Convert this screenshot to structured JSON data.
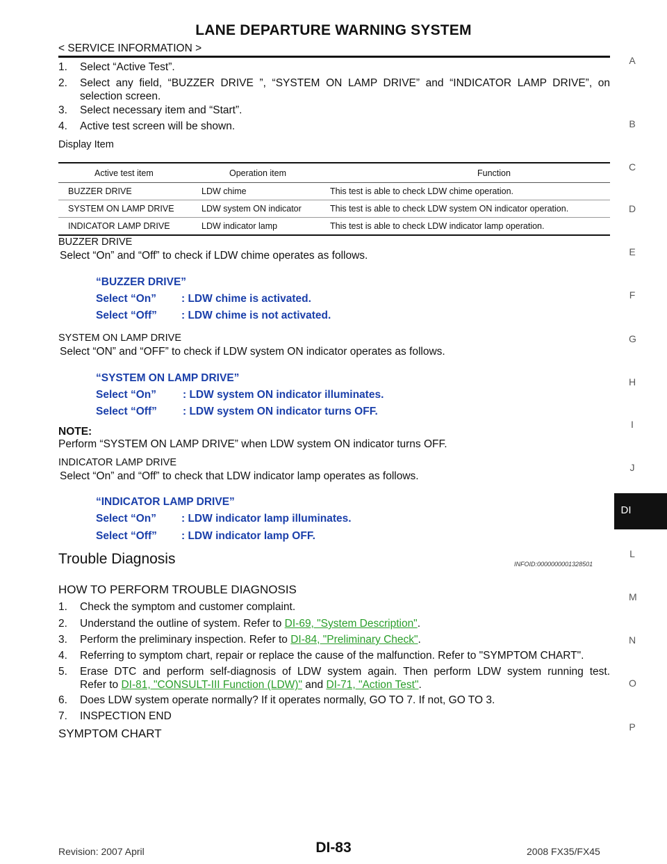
{
  "header": {
    "title": "LANE DEPARTURE WARNING SYSTEM",
    "breadcrumb": "< SERVICE INFORMATION >"
  },
  "steps_active_test": [
    {
      "num": "1.",
      "text": "Select “Active Test”."
    },
    {
      "num": "2.",
      "text_line1": "Select any field, “BUZZER DRIVE ”, “SYSTEM ON LAMP DRIVE” and “INDICATOR LAMP DRIVE”, on",
      "text_line2": "selection screen."
    },
    {
      "num": "3.",
      "text": "Select necessary item and “Start”."
    },
    {
      "num": "4.",
      "text": "Active test screen will be shown."
    }
  ],
  "display_item_label": "Display Item",
  "display_table": {
    "headers": [
      "Active test item",
      "Operation item",
      "Function"
    ],
    "rows": [
      [
        "BUZZER DRIVE",
        "LDW chime",
        "This test is able to check LDW chime operation."
      ],
      [
        "SYSTEM ON LAMP DRIVE",
        "LDW system ON indicator",
        "This test is able to check LDW system ON indicator operation."
      ],
      [
        "INDICATOR LAMP DRIVE",
        "LDW indicator lamp",
        "This test is able to check LDW indicator lamp operation."
      ]
    ]
  },
  "buzzer": {
    "heading": "BUZZER DRIVE",
    "desc": "Select “On” and “Off” to check if LDW chime operates as follows.",
    "box_title": "“BUZZER DRIVE”",
    "on_label": "Select “On”",
    "on_value": ": LDW chime is activated.",
    "off_label": "Select “Off”",
    "off_value": ": LDW chime is not activated."
  },
  "system_on": {
    "heading": "SYSTEM ON LAMP DRIVE",
    "desc": "Select “ON” and “OFF” to check if LDW system ON indicator operates as follows.",
    "box_title": "“SYSTEM ON LAMP DRIVE”",
    "on_label": "Select “On”",
    "on_value": ": LDW system ON indicator illuminates.",
    "off_label": "Select “Off”",
    "off_value": ": LDW system ON indicator turns OFF.",
    "note_label": "NOTE:",
    "note_text": "Perform “SYSTEM ON LAMP DRIVE” when LDW system ON indicator turns OFF."
  },
  "indicator": {
    "heading": "INDICATOR LAMP DRIVE",
    "desc": "Select “On” and “Off” to check that LDW indicator lamp operates as follows.",
    "box_title": "“INDICATOR LAMP DRIVE”",
    "on_label": "Select “On”",
    "on_value": ": LDW indicator lamp illuminates.",
    "off_label": "Select “Off”",
    "off_value": ": LDW indicator lamp OFF."
  },
  "trouble": {
    "title": "Trouble Diagnosis",
    "infoid": "INFOID:0000000001328501",
    "subheading": "HOW TO PERFORM TROUBLE DIAGNOSIS",
    "s1": "Check the symptom and customer complaint.",
    "s2_text": "Understand the outline of system. Refer to ",
    "s2_link": "DI-69, \"System Description\"",
    "s3_text": "Perform the preliminary inspection. Refer to ",
    "s3_link": "DI-84, \"Preliminary Check\"",
    "s4": "Referring to symptom chart, repair or replace the cause of the malfunction. Refer to \"SYMPTOM CHART\".",
    "s5_line1": "Erase DTC and perform self-diagnosis of LDW system again. Then perform LDW system running test.",
    "s5_refer": "Refer to ",
    "s5_link1": "DI-81, \"CONSULT-III Function (LDW)\"",
    "s5_and": " and ",
    "s5_link2": "DI-71, \"Action Test\"",
    "s6": "Does LDW system operate normally? If it operates normally, GO TO 7. If not, GO TO 3.",
    "s7": "INSPECTION END",
    "nums": [
      "1.",
      "2.",
      "3.",
      "4.",
      "5.",
      "6.",
      "7."
    ],
    "period": "."
  },
  "symptom_chart_heading": "SYMPTOM CHART",
  "side_index": [
    "A",
    "B",
    "C",
    "D",
    "E",
    "F",
    "G",
    "H",
    "I",
    "J",
    "L",
    "M",
    "N",
    "O",
    "P"
  ],
  "side_tab": "DI",
  "footer": {
    "page_number": "DI-83",
    "revision": "Revision: 2007 April",
    "model": "2008 FX35/FX45"
  }
}
